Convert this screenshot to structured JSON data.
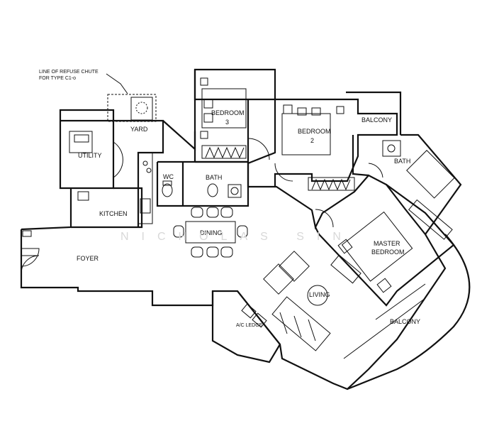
{
  "note": {
    "line1": "LINE OF REFUSE CHUTE",
    "line2": "FOR TYPE C1-o"
  },
  "rooms": {
    "yard": "YARD",
    "utility": "UTILITY",
    "wc": "WC",
    "bath1": "BATH",
    "kitchen": "KITCHEN",
    "bedroom3_a": "BEDROOM",
    "bedroom3_b": "3",
    "bedroom2_a": "BEDROOM",
    "bedroom2_b": "2",
    "balcony_top": "BALCONY",
    "bath2": "BATH",
    "dining": "DINING",
    "foyer": "FOYER",
    "master_a": "MASTER",
    "master_b": "BEDROOM",
    "living": "LIVING",
    "balcony_right": "BALCONY",
    "ac_ledge": "A/C LEDGE"
  },
  "watermark": "NICHOLAS SIN"
}
